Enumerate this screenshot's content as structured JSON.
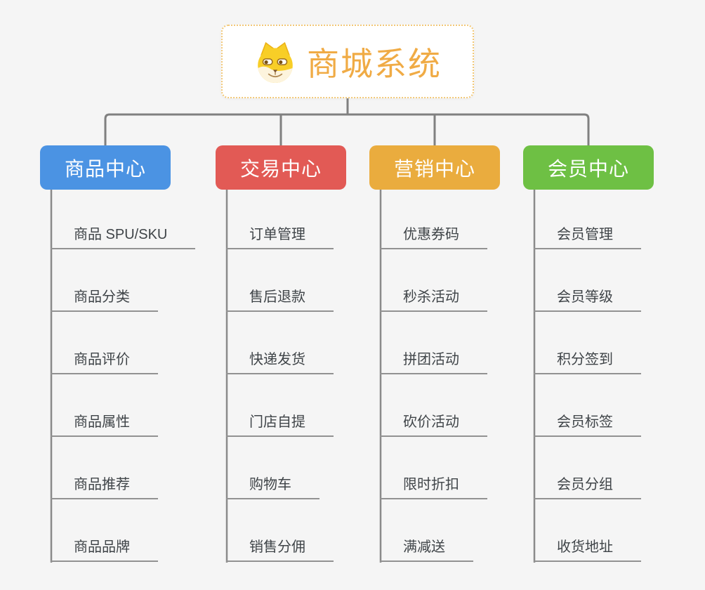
{
  "root": {
    "title": "商城系统",
    "icon": "doge-icon"
  },
  "branches": [
    {
      "label": "商品中心",
      "color": "#4b93e3",
      "items": [
        "商品 SPU/SKU",
        "商品分类",
        "商品评价",
        "商品属性",
        "商品推荐",
        "商品品牌"
      ]
    },
    {
      "label": "交易中心",
      "color": "#e25a55",
      "items": [
        "订单管理",
        "售后退款",
        "快递发货",
        "门店自提",
        "购物车",
        "销售分佣"
      ]
    },
    {
      "label": "营销中心",
      "color": "#eaac3e",
      "items": [
        "优惠券码",
        "秒杀活动",
        "拼团活动",
        "砍价活动",
        "限时折扣",
        "满减送"
      ]
    },
    {
      "label": "会员中心",
      "color": "#6ec044",
      "items": [
        "会员管理",
        "会员等级",
        "积分签到",
        "会员标签",
        "会员分组",
        "收货地址"
      ]
    }
  ],
  "colors": {
    "background": "#f5f5f5",
    "connector": "#808080",
    "leaf_underline": "#929292",
    "leaf_text": "#3f4448",
    "root_border": "#f2c877",
    "root_title": "#f0ab45"
  }
}
